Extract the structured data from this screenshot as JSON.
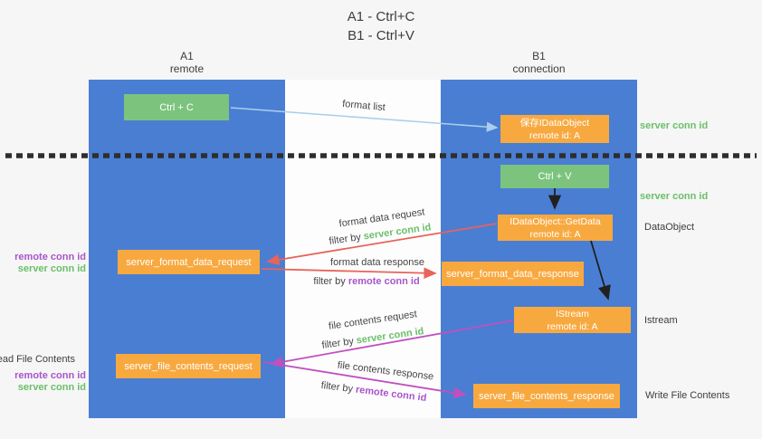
{
  "title": {
    "line1": "A1 - Ctrl+C",
    "line2": "B1 - Ctrl+V"
  },
  "lifelines": {
    "a": {
      "name": "A1",
      "role": "remote"
    },
    "b": {
      "name": "B1",
      "role": "connection"
    }
  },
  "nodes": {
    "ctrl_c": {
      "label": "Ctrl + C"
    },
    "save_dataobject": {
      "line1": "保存IDataObject",
      "line2": "remote id: A"
    },
    "ctrl_v": {
      "label": "Ctrl + V"
    },
    "getdata": {
      "line1": "IDataObject::GetData",
      "line2": "remote id: A"
    },
    "format_request": {
      "label": "server_format_data_request"
    },
    "format_response": {
      "label": "server_format_data_response"
    },
    "istream": {
      "line1": "IStream",
      "line2": "remote id: A"
    },
    "file_request": {
      "label": "server_file_contents_request"
    },
    "file_response": {
      "label": "server_file_contents_response"
    }
  },
  "annotations": {
    "server_conn_top": "server conn id",
    "server_conn_mid": "server conn id",
    "dataobject": "DataObject",
    "istream": "Istream",
    "write_file_contents": "Write File Contents",
    "read_file_contents": "Read File Contents",
    "fmt_remote_conn": "remote conn id",
    "fmt_server_conn": "server conn id",
    "file_remote_conn": "remote conn id",
    "file_server_conn": "server conn id"
  },
  "messages": {
    "format_list": "format list",
    "format_data_request": "format data request",
    "format_data_response": "format data response",
    "file_contents_request": "file contents request",
    "file_contents_response": "file contents response",
    "filter_by": "filter by ",
    "server_conn_id": "server conn id",
    "remote_conn_id": "remote conn id"
  },
  "colors": {
    "column_blue": "#4a7ed3",
    "green_box": "#7cc47e",
    "orange_box": "#f7a940",
    "green_text": "#6abf6a",
    "purple_text": "#a855cc",
    "red_arrow": "#e8635a",
    "magenta_arrow": "#c050c0",
    "blue_arrow": "#a9cfec",
    "black_arrow": "#202020"
  }
}
